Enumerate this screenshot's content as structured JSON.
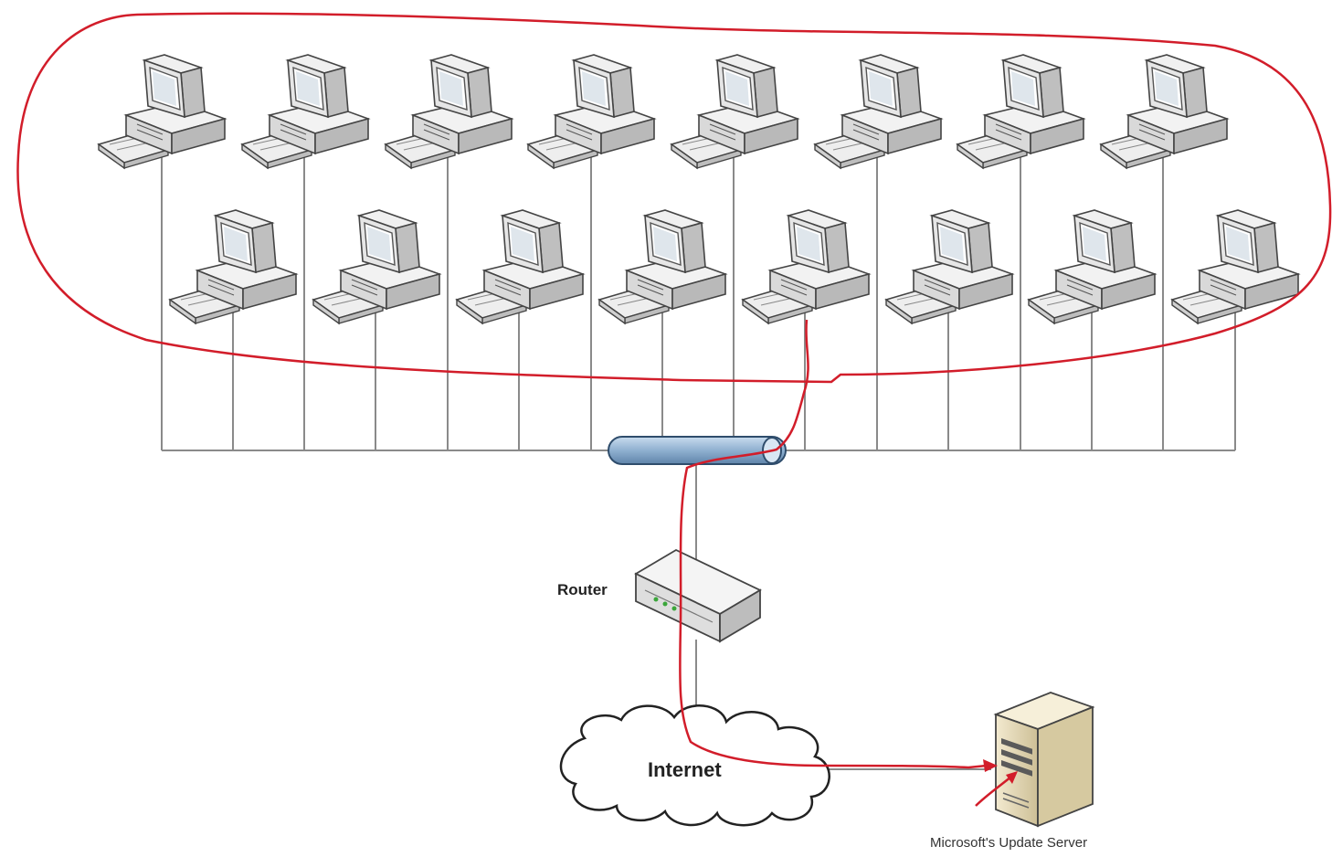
{
  "labels": {
    "router": "Router",
    "internet": "Internet",
    "server": "Microsoft's Update Server"
  },
  "network": {
    "computer_rows": [
      8,
      8
    ],
    "device_icons": [
      "computer-icon",
      "hub-icon",
      "router-icon",
      "cloud-icon",
      "server-icon"
    ]
  },
  "colors": {
    "line": "#8a8a8a",
    "annotation": "#d21d2a",
    "hub": "#6a8fb3",
    "server": "#e8dcb8",
    "device": "#e8e8e8"
  }
}
